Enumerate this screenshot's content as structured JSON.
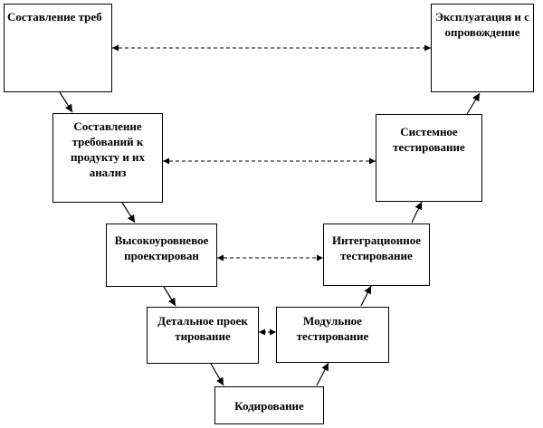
{
  "diagram": {
    "nodes": [
      {
        "id": "requirements",
        "label": "Составление треб"
      },
      {
        "id": "operation",
        "label": "Эксплуатация и сопровождение"
      },
      {
        "id": "product-requirements",
        "label": "Составление требований к продукту и их анализ"
      },
      {
        "id": "system-testing",
        "label": "Системное тестирование"
      },
      {
        "id": "high-level-design",
        "label": "Высокоуровневое проектирован"
      },
      {
        "id": "integration-testing",
        "label": "Интеграционное тестирование"
      },
      {
        "id": "detailed-design",
        "label": "Детальное проектирование"
      },
      {
        "id": "module-testing",
        "label": "Модульное тестирование"
      },
      {
        "id": "coding",
        "label": "Кодирование"
      }
    ],
    "edges": [
      {
        "from": "requirements",
        "to": "product-requirements",
        "style": "solid",
        "direction": "forward"
      },
      {
        "from": "product-requirements",
        "to": "high-level-design",
        "style": "solid",
        "direction": "forward"
      },
      {
        "from": "high-level-design",
        "to": "detailed-design",
        "style": "solid",
        "direction": "forward"
      },
      {
        "from": "detailed-design",
        "to": "coding",
        "style": "solid",
        "direction": "forward"
      },
      {
        "from": "coding",
        "to": "module-testing",
        "style": "solid",
        "direction": "forward"
      },
      {
        "from": "module-testing",
        "to": "integration-testing",
        "style": "solid",
        "direction": "forward"
      },
      {
        "from": "integration-testing",
        "to": "system-testing",
        "style": "solid",
        "direction": "forward"
      },
      {
        "from": "system-testing",
        "to": "operation",
        "style": "solid",
        "direction": "forward"
      },
      {
        "from": "requirements",
        "to": "operation",
        "style": "dashed",
        "direction": "both"
      },
      {
        "from": "product-requirements",
        "to": "system-testing",
        "style": "dashed",
        "direction": "both"
      },
      {
        "from": "high-level-design",
        "to": "integration-testing",
        "style": "dashed",
        "direction": "both"
      },
      {
        "from": "detailed-design",
        "to": "module-testing",
        "style": "dashed",
        "direction": "both"
      }
    ]
  }
}
